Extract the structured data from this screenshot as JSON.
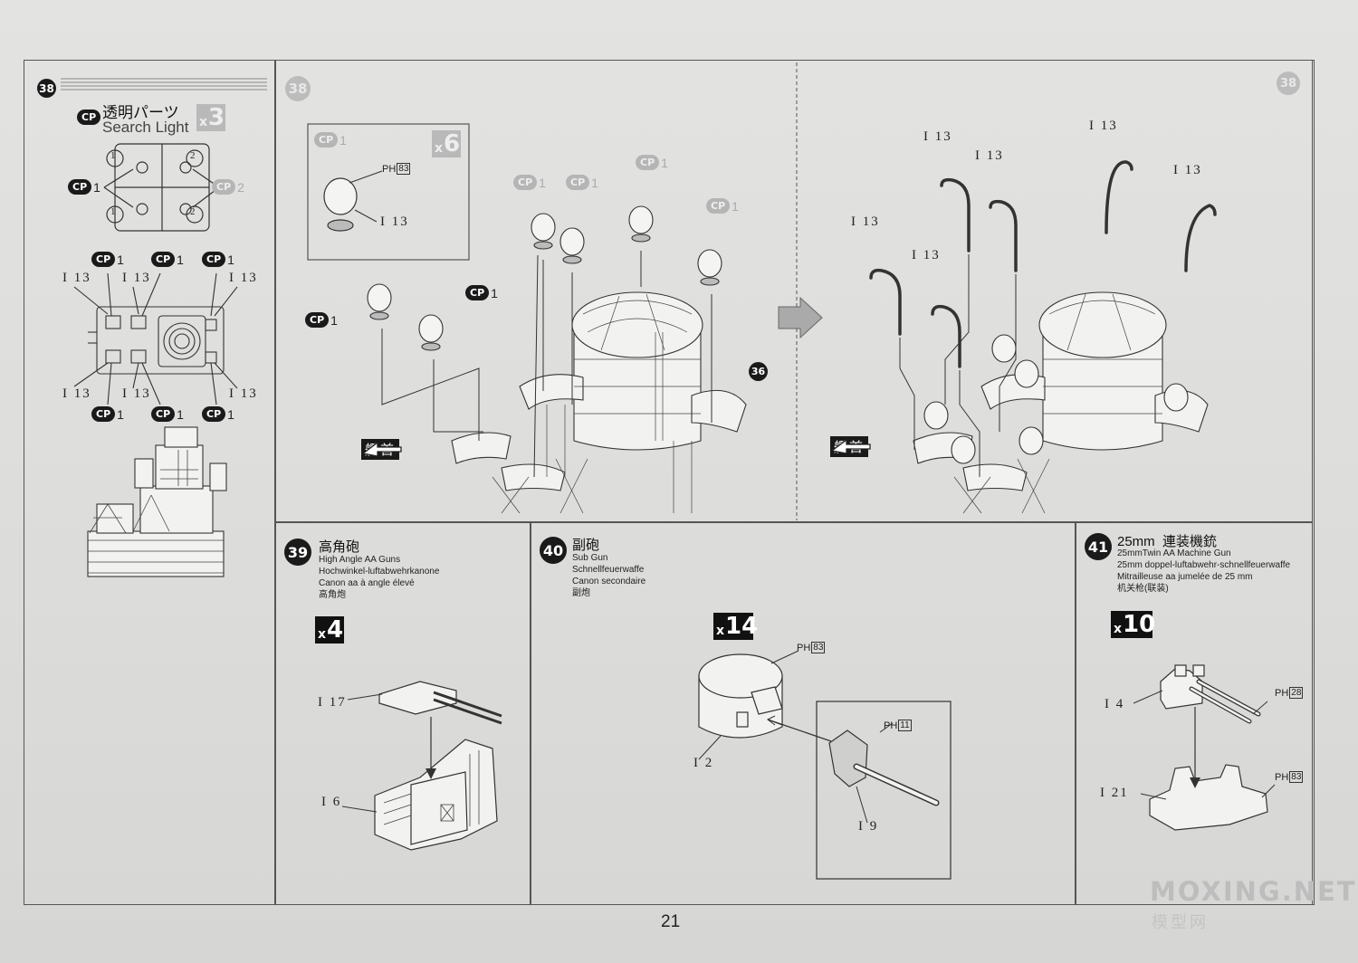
{
  "page_number": "21",
  "watermark": {
    "main": "MOXING.NET",
    "sub": "模型网"
  },
  "step38_left": {
    "step": "38",
    "cp_badge": "CP",
    "title_ja": "透明パーツ",
    "title_en": "Search Light",
    "qty_x": "x",
    "qty_n": "3",
    "cp1": "1",
    "cp2": "2",
    "circle1": "1",
    "circle2": "2",
    "part": "I 13"
  },
  "step38_main": {
    "step": "38",
    "cp_badge": "CP",
    "cp1": "1",
    "qty_x": "x",
    "qty_n": "6",
    "ph_ref": "83",
    "ph_prefix": "PH",
    "part": "I 13",
    "ref_step": "36",
    "bow": "艦首"
  },
  "step39": {
    "step": "39",
    "title": "高角砲",
    "sub": "High Angle AA Guns\nHochwinkel-luftabwehrkanone\nCanon aa à angle élevé\n高角炮",
    "qty_x": "x",
    "qty_n": "4",
    "part_a": "I 17",
    "part_b": "I 6"
  },
  "step40": {
    "step": "40",
    "title": "副砲",
    "sub": "Sub Gun\nSchnellfeuerwaffe\nCanon secondaire\n副炮",
    "qty_x": "x",
    "qty_n": "14",
    "ph_prefix": "PH",
    "ph_a": "83",
    "ph_b": "11",
    "part_a": "I 2",
    "part_b": "I 9"
  },
  "step41": {
    "step": "41",
    "title": "25mm  連装機銃",
    "sub": "25mmTwin AA Machine Gun\n25mm doppel-luftabwehr-schnellfeuerwaffe\nMitrailleuse aa jumelée de 25 mm\n机关枪(联装)",
    "qty_x": "x",
    "qty_n": "10",
    "ph_prefix": "PH",
    "ph_a": "28",
    "ph_b": "83",
    "part_a": "I 4",
    "part_b": "I 21"
  }
}
